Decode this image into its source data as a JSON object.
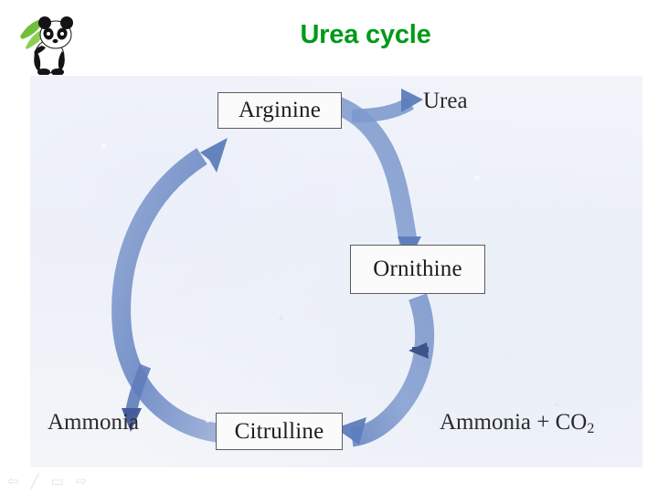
{
  "slide": {
    "title": "Urea cycle",
    "title_color": "#009a18",
    "background_color": "#ffffff",
    "logo": {
      "icon": "panda-bamboo-logo",
      "description": "panda holding bamboo"
    }
  },
  "diagram": {
    "name": "urea-cycle-diagram",
    "background_color": "#eef1f8",
    "arrow_color": "#6b89c4",
    "arrow_color_dark": "#4a68a8",
    "nodes": [
      {
        "id": "arginine",
        "label": "Arginine"
      },
      {
        "id": "ornithine",
        "label": "Ornithine"
      },
      {
        "id": "citrulline",
        "label": "Citrulline"
      }
    ],
    "labels": [
      {
        "id": "urea",
        "text": "Urea"
      },
      {
        "id": "ammonia-co2",
        "text": "Ammonia + CO",
        "subscript": "2"
      },
      {
        "id": "ammonia",
        "text": "Ammonia"
      }
    ],
    "flow": {
      "description": "Arginine to Ornithine releasing Urea; Ornithine plus Ammonia and CO2 to Citrulline; Citrulline to Arginine releasing Ammonia",
      "steps": [
        "Arginine → Ornithine + Urea",
        "Ornithine + Ammonia + CO2 → Citrulline",
        "Citrulline → Arginine + Ammonia"
      ]
    }
  },
  "nav_strip": {
    "items": [
      {
        "id": "previous",
        "glyph": "⇦"
      },
      {
        "id": "pen",
        "glyph": "╱"
      },
      {
        "id": "slide",
        "glyph": "▭"
      },
      {
        "id": "next",
        "glyph": "⇨"
      }
    ]
  }
}
